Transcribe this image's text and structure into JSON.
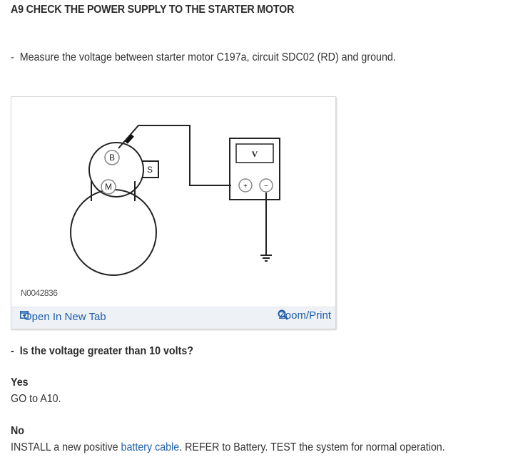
{
  "title": "A9 CHECK THE POWER SUPPLY TO THE STARTER MOTOR",
  "step": {
    "bullet": "-",
    "text": "Measure the voltage between starter motor C197a, circuit SDC02 (RD) and ground."
  },
  "figure": {
    "id": "N0042836",
    "labels": {
      "b": "B",
      "m": "M",
      "s": "S",
      "v": "V",
      "plus": "+",
      "minus": "−"
    },
    "open_label": "Open In New Tab",
    "zoom_label": "Zoom/Print",
    "link_color": "#1f5fa8"
  },
  "question": {
    "bullet": "-",
    "text": "Is the voltage greater than 10 volts?"
  },
  "answers": [
    {
      "label": "Yes",
      "text": "GO to A10."
    },
    {
      "label": "No",
      "text_before": "INSTALL a new positive ",
      "link": "battery cable",
      "text_after": ". REFER to Battery. TEST the system for normal operation."
    }
  ]
}
